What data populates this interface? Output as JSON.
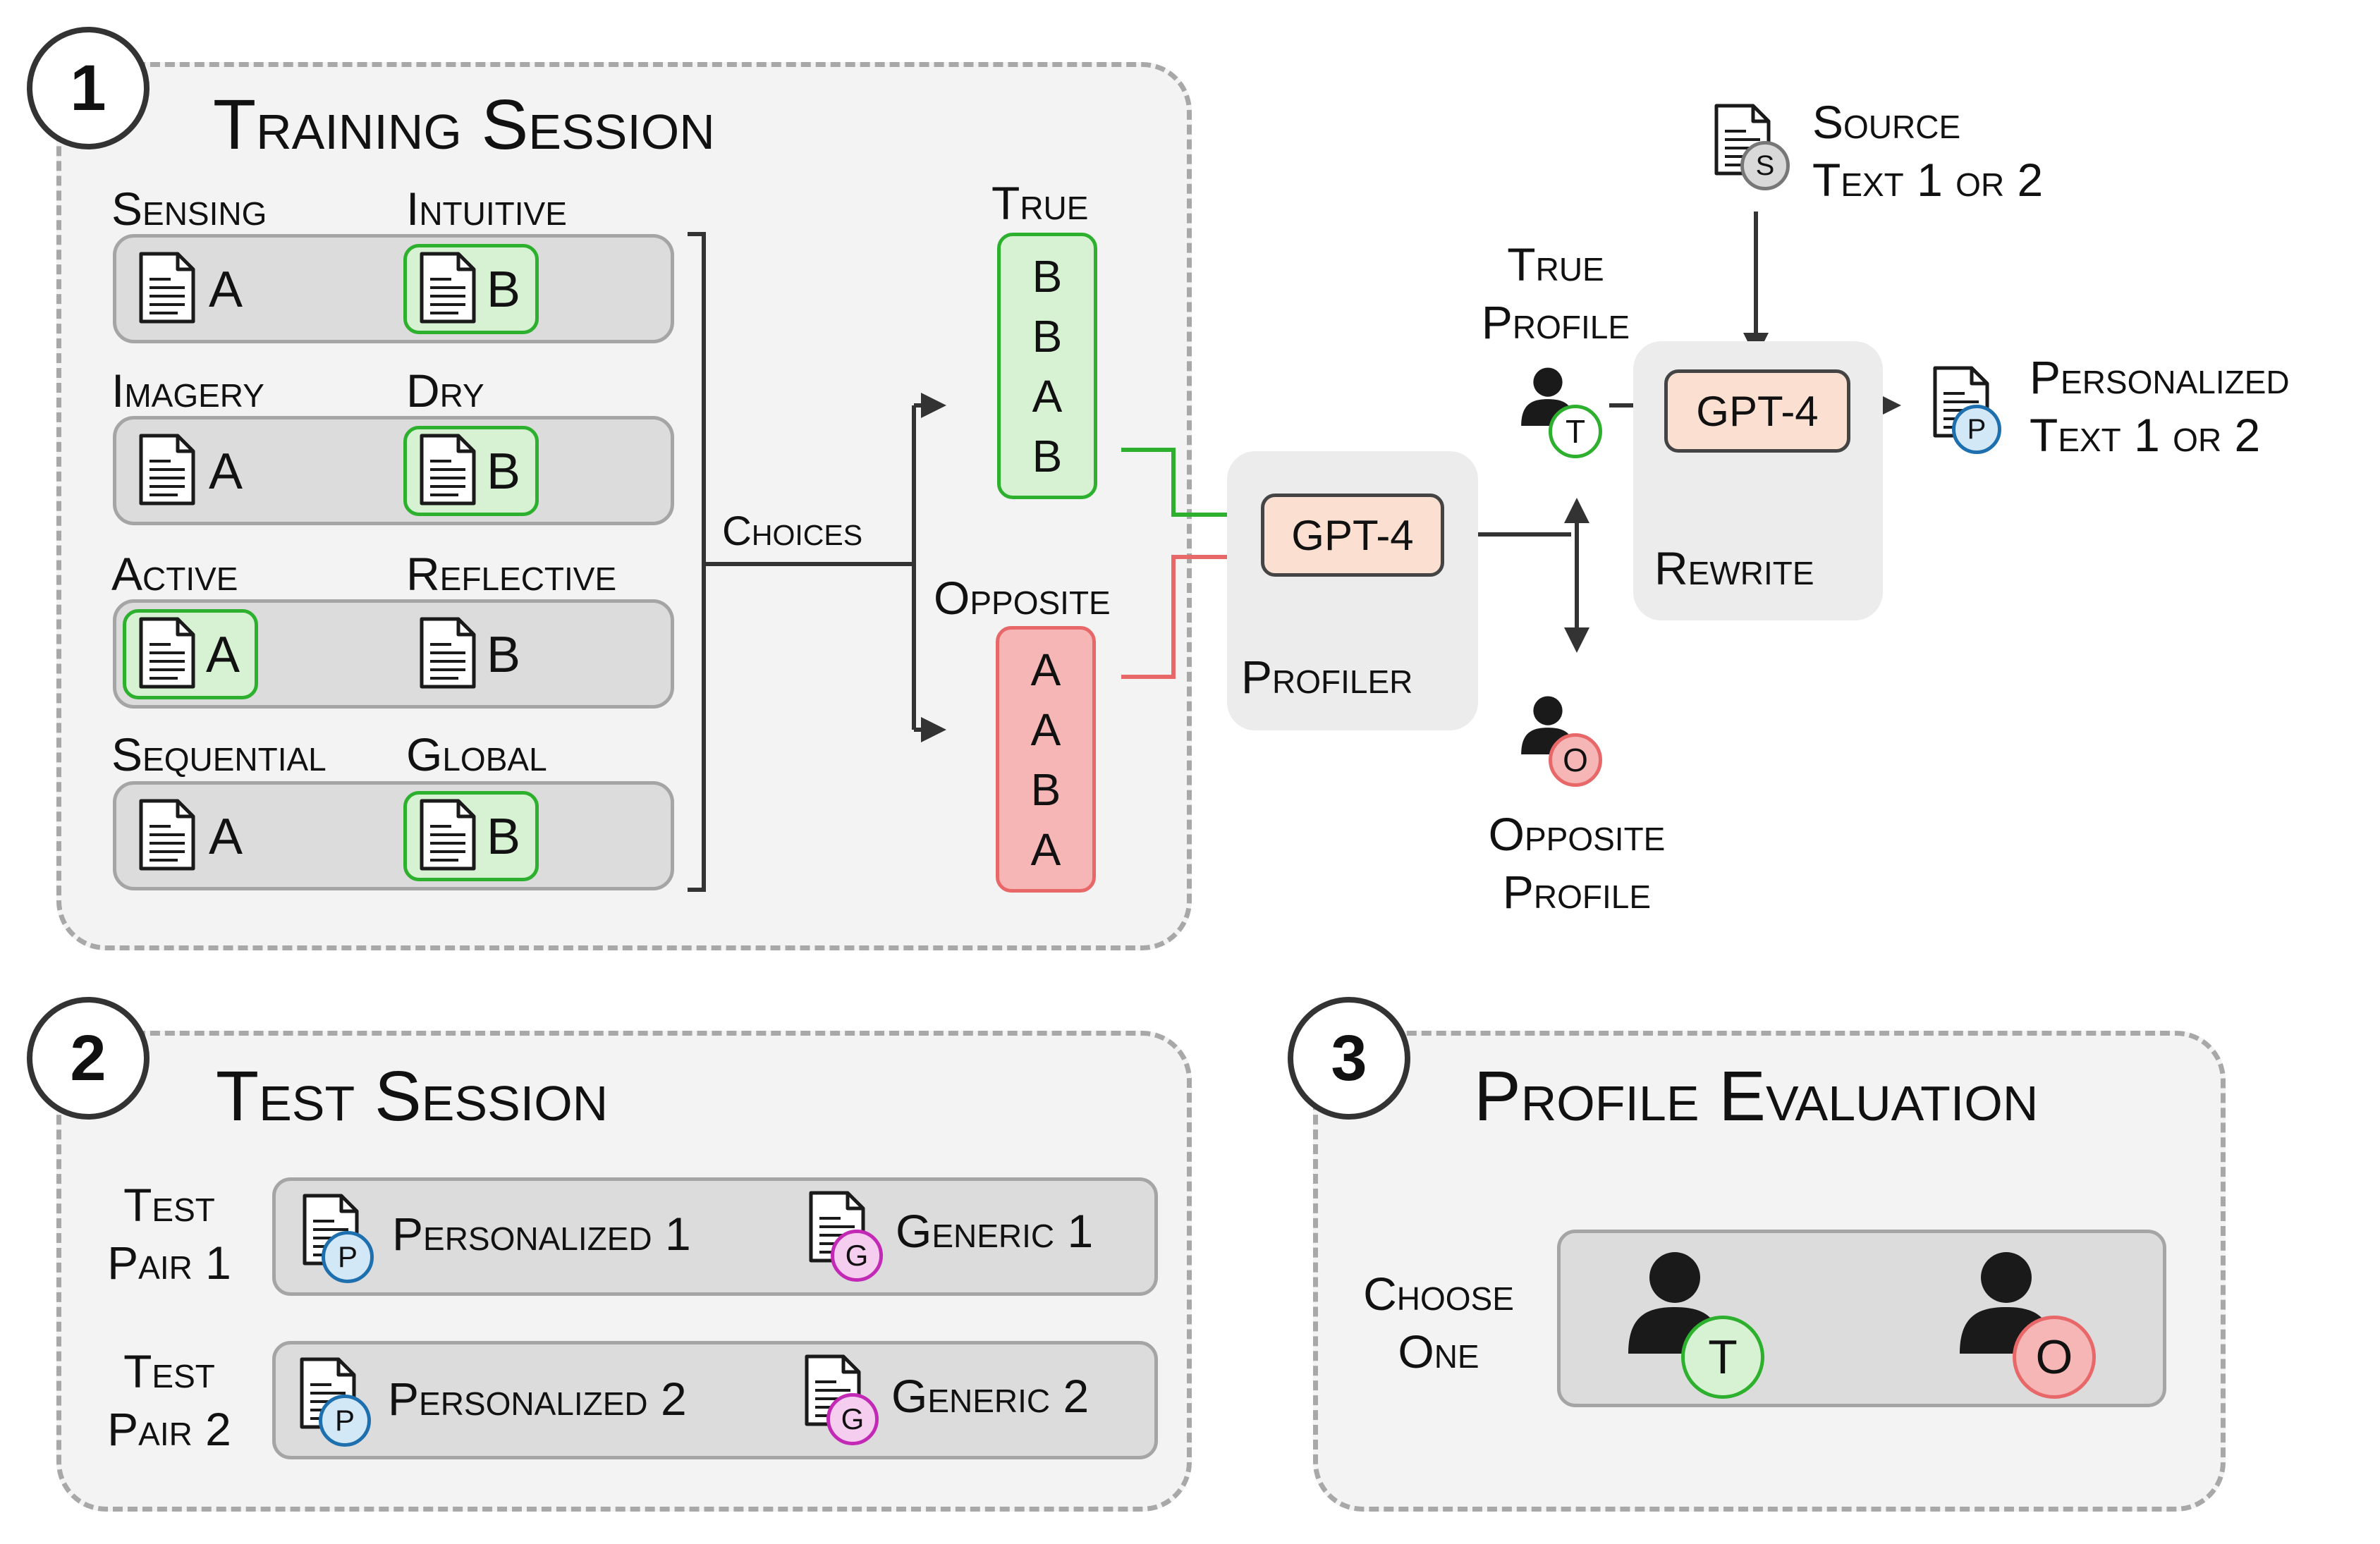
{
  "panel1": {
    "number": "1",
    "title": "Training Session",
    "rows": [
      {
        "left_label": "Sensing",
        "right_label": "Intuitive",
        "left_letter": "A",
        "right_letter": "B",
        "chosen": "B"
      },
      {
        "left_label": "Imagery",
        "right_label": "Dry",
        "left_letter": "A",
        "right_letter": "B",
        "chosen": "B"
      },
      {
        "left_label": "Active",
        "right_label": "Reflective",
        "left_letter": "A",
        "right_letter": "B",
        "chosen": "A"
      },
      {
        "left_label": "Sequential",
        "right_label": "Global",
        "left_letter": "A",
        "right_letter": "B",
        "chosen": "B"
      }
    ],
    "choices_label": "Choices",
    "true_label": "True",
    "true_sequence": [
      "B",
      "B",
      "A",
      "B"
    ],
    "opposite_label": "Opposite",
    "opposite_sequence": [
      "A",
      "A",
      "B",
      "A"
    ]
  },
  "profiler": {
    "model": "GPT-4",
    "label": "Profiler"
  },
  "true_profile": {
    "label_line1": "True",
    "label_line2": "Profile",
    "badge": "T"
  },
  "opposite_profile": {
    "label_line1": "Opposite",
    "label_line2": "Profile",
    "badge": "O"
  },
  "rewrite": {
    "model": "GPT-4",
    "label": "Rewrite"
  },
  "source": {
    "badge": "S",
    "line1": "Source",
    "line2": "Text 1 or 2"
  },
  "personalized": {
    "badge": "P",
    "line1": "Personalized",
    "line2": "Text 1 or 2"
  },
  "panel2": {
    "number": "2",
    "title": "Test Session",
    "pairs": [
      {
        "label_line1": "Test",
        "label_line2": "Pair 1",
        "personalized": "Personalized 1",
        "generic": "Generic 1",
        "p_badge": "P",
        "g_badge": "G"
      },
      {
        "label_line1": "Test",
        "label_line2": "Pair 2",
        "personalized": "Personalized 2",
        "generic": "Generic 2",
        "p_badge": "P",
        "g_badge": "G"
      }
    ]
  },
  "panel3": {
    "number": "3",
    "title": "Profile Evaluation",
    "choose_line1": "Choose",
    "choose_line2": "One",
    "option_true": "T",
    "option_opposite": "O"
  },
  "colors": {
    "true_green": "#2db02d",
    "true_fill": "#d7f2d3",
    "opposite_red": "#e8686a",
    "opposite_fill": "#f7b6b6",
    "gpt_fill": "#fbe0d2",
    "p_blue": "#1d6fae",
    "g_magenta": "#c22ab6",
    "s_gray": "#777777"
  },
  "icons": [
    "document-icon",
    "person-icon",
    "arrow-icon"
  ]
}
